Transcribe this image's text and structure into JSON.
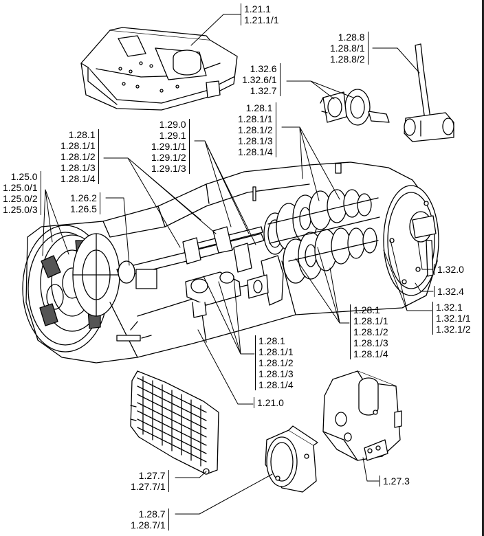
{
  "callouts": [
    {
      "id": "c1",
      "lines": [
        "1.21.1",
        "1.21.1/1"
      ]
    },
    {
      "id": "c2",
      "lines": [
        "1.28.8",
        "1.28.8/1",
        "1.28.8/2"
      ]
    },
    {
      "id": "c3",
      "lines": [
        "1.32.6",
        "1.32.6/1",
        "1.32.7"
      ]
    },
    {
      "id": "c4",
      "lines": [
        "1.28.1",
        "1.28.1/1",
        "1.28.1/2",
        "1.28.1/3",
        "1.28.1/4"
      ]
    },
    {
      "id": "c5",
      "lines": [
        "1.29.0",
        "1.29.1",
        "1.29.1/1",
        "1.29.1/2",
        "1.29.1/3"
      ]
    },
    {
      "id": "c6",
      "lines": [
        "1.28.1",
        "1.28.1/1",
        "1.28.1/2",
        "1.28.1/3",
        "1.28.1/4"
      ]
    },
    {
      "id": "c7",
      "lines": [
        "1.25.0",
        "1.25.0/1",
        "1.25.0/2",
        "1.25.0/3"
      ]
    },
    {
      "id": "c8",
      "lines": [
        "1.26.2",
        "1.26.5"
      ]
    },
    {
      "id": "c9",
      "lines": [
        "1.32.0"
      ]
    },
    {
      "id": "c10",
      "lines": [
        "1.32.4"
      ]
    },
    {
      "id": "c11",
      "lines": [
        "1.32.1",
        "1.32.1/1",
        "1.32.1/2"
      ]
    },
    {
      "id": "c12",
      "lines": [
        "1.28.1",
        "1.28.1/1",
        "1.28.1/2",
        "1.28.1/3",
        "1.28.1/4"
      ]
    },
    {
      "id": "c13",
      "lines": [
        "1.28.1",
        "1.28.1/1",
        "1.28.1/2",
        "1.28.1/3",
        "1.28.1/4"
      ]
    },
    {
      "id": "c14",
      "lines": [
        "1.21.0"
      ]
    },
    {
      "id": "c15",
      "lines": [
        "1.27.3"
      ]
    },
    {
      "id": "c16",
      "lines": [
        "1.27.7",
        "1.27.7/1"
      ]
    },
    {
      "id": "c17",
      "lines": [
        "1.28.7",
        "1.28.7/1"
      ]
    }
  ]
}
